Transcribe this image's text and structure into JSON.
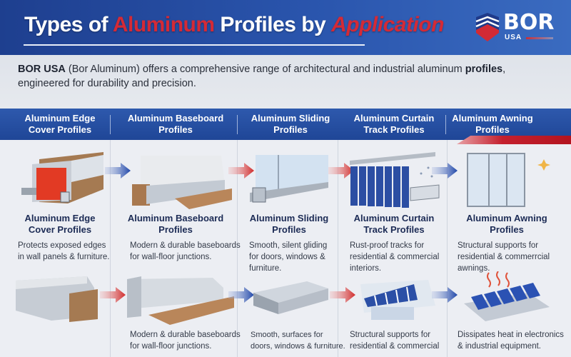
{
  "header": {
    "title_parts": [
      "Types of ",
      "Aluminum",
      " Profiles by ",
      "Application"
    ],
    "logo": {
      "name": "BOR",
      "sub": "USA"
    }
  },
  "intro": {
    "brand": "BOR USA",
    "text_1": " (Bor Aluminum) offers a comprehensive range of architectural and industrial aluminum ",
    "bold_2": "profiles",
    "text_2": ", engineered for durability and precision."
  },
  "band": {
    "columns": [
      {
        "line1": "Aluminum Edge",
        "line2": "Cover Profiles"
      },
      {
        "line1": "Aluminum Baseboard",
        "line2": "Profiles"
      },
      {
        "line1": "Aluminum Sliding",
        "line2": "Profiles"
      },
      {
        "line1": "Aluminum Curtain",
        "line2": "Track Profiles"
      },
      {
        "line1": "Aluminum Awning",
        "line2": "Profiles"
      }
    ]
  },
  "columns": [
    {
      "name1": "Aluminum Edge",
      "name2": "Cover Profiles",
      "desc1": "Protects exposed edges",
      "desc2": "in wall panels & furniture.",
      "desc3": "",
      "bottom1": "",
      "bottom2": ""
    },
    {
      "name1": "Aluminum Baseboard",
      "name2": "Profiles",
      "desc1": "Modern & durable baseboards",
      "desc2": "for wall-floor junctions.",
      "desc3": "",
      "bottom1": "Modern & durable baseboards",
      "bottom2": "for wall-floor junctions."
    },
    {
      "name1": "Aluminum Sliding",
      "name2": "Profiles",
      "desc1": "Smooth, silent gliding",
      "desc2": "for doors, windows &",
      "desc3": "furniture.",
      "bottom1": "Smooth, surfaces for",
      "bottom2": "doors, windows & furniture."
    },
    {
      "name1": "Aluminum Curtain",
      "name2": "Track Profiles",
      "desc1": "Rust-proof tracks for",
      "desc2": "residential & commercial",
      "desc3": "interiors.",
      "bottom1": "Structural supports for",
      "bottom2": "residential & commercial"
    },
    {
      "name1": "Aluminum Awning",
      "name2": "Profiles",
      "desc1": "Structural supports for",
      "desc2": "residential & commerrcial",
      "desc3": "awnings.",
      "bottom1": "Dissipates heat in electronics",
      "bottom2": "& industrial equipment."
    }
  ],
  "colors": {
    "header_blue": "#1e3f8f",
    "accent_red": "#d42a36",
    "band_blue": "#2a52a6",
    "text_navy": "#1c2b55"
  }
}
